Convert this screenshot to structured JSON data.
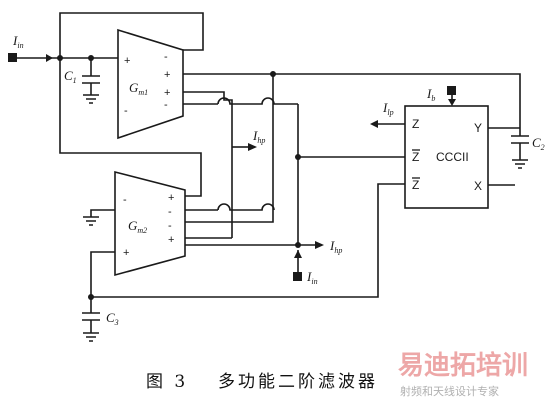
{
  "labels": {
    "iin_top": "I",
    "iin_top_sub": "in",
    "c1": "C",
    "c1_sub": "1",
    "c2": "C",
    "c2_sub": "2",
    "c3": "C",
    "c3_sub": "3",
    "gm1": "G",
    "gm1_sub": "m1",
    "gm2": "G",
    "gm2_sub": "m2",
    "ihp_mid": "I",
    "ihp_mid_sub": "hp",
    "ihp_bottom": "I",
    "ihp_bottom_sub": "hp",
    "iin_bottom": "I",
    "iin_bottom_sub": "in",
    "ilp": "I",
    "ilp_sub": "lp",
    "ib": "I",
    "ib_sub": "b",
    "plus": "+",
    "minus": "-"
  },
  "ccc": {
    "title": "CCCII",
    "port_z": "Z",
    "port_zbar1": "Z",
    "port_zbar2": "Z",
    "port_y": "Y",
    "port_x": "X"
  },
  "caption": {
    "fig_no": "图 3",
    "title": "多功能二阶滤波器"
  },
  "watermark": {
    "main": "易迪拓培训",
    "sub": "射频和天线设计专家"
  }
}
